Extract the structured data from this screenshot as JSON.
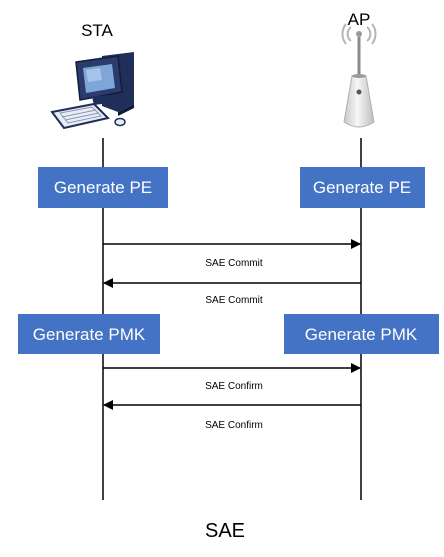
{
  "actors": {
    "sta": {
      "label": "STA",
      "icon": "desktop-computer-icon"
    },
    "ap": {
      "label": "AP",
      "icon": "access-point-icon"
    }
  },
  "steps": {
    "sta_generate_pe": "Generate PE",
    "ap_generate_pe": "Generate PE",
    "sta_generate_pmk": "Generate PMK",
    "ap_generate_pmk": "Generate PMK"
  },
  "messages": {
    "commit_1": "SAE Commit",
    "commit_2": "SAE Commit",
    "confirm_1": "SAE Confirm",
    "confirm_2": "SAE Confirm"
  },
  "caption": "SAE",
  "colors": {
    "box_fill": "#4472c4",
    "box_text": "#ffffff",
    "line": "#000000"
  }
}
